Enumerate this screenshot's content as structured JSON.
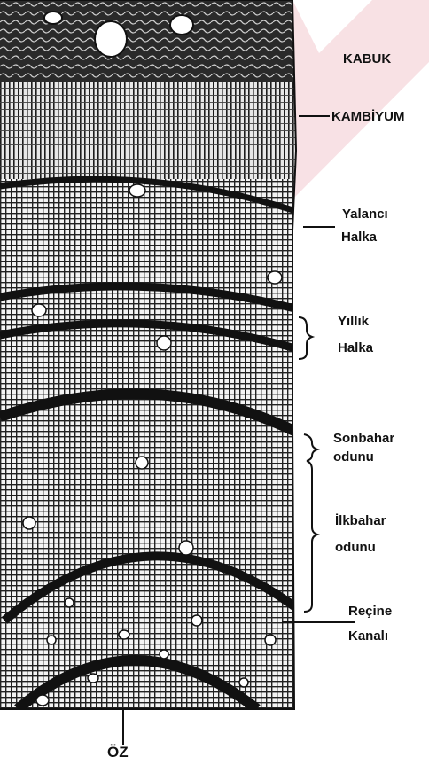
{
  "labels": {
    "bark": "KABUK",
    "cambium": "KAMBİYUM",
    "false_ring_1": "Yalancı",
    "false_ring_2": "Halka",
    "annual_ring_1": "Yıllık",
    "annual_ring_2": "Halka",
    "latewood_1": "Sonbahar",
    "latewood_2": "odunu",
    "earlywood_1": "İlkbahar",
    "earlywood_2": "odunu",
    "resin_canal_1": "Reçine",
    "resin_canal_2": "Kanalı",
    "pith": "ÖZ"
  },
  "colors": {
    "ink": "#111111",
    "wood_light": "#f4f4f4",
    "wood_dark": "#1a1a1a",
    "watermark": "#f3c9cf"
  }
}
